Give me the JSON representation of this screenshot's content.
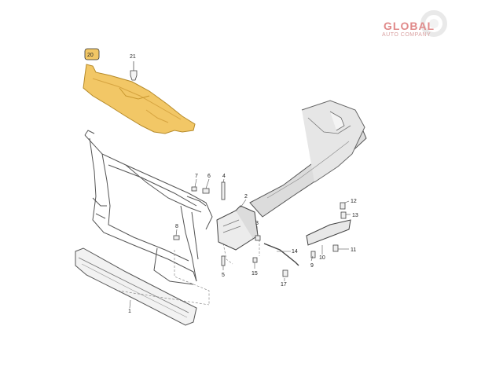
{
  "logo": {
    "line1": "GLOBAL",
    "line2": "AUTO COMPANY",
    "color": "#e08a8a"
  },
  "highlight_color": "#f2c766",
  "callouts": [
    {
      "id": "c20",
      "text": "20",
      "boxed": true
    },
    {
      "id": "c21",
      "text": "21"
    },
    {
      "id": "c7",
      "text": "7"
    },
    {
      "id": "c6",
      "text": "6"
    },
    {
      "id": "c4",
      "text": "4"
    },
    {
      "id": "c2",
      "text": "2"
    },
    {
      "id": "c8",
      "text": "8"
    },
    {
      "id": "c3",
      "text": "3"
    },
    {
      "id": "c5",
      "text": "5"
    },
    {
      "id": "c15",
      "text": "15"
    },
    {
      "id": "c14",
      "text": "14"
    },
    {
      "id": "c9",
      "text": "9"
    },
    {
      "id": "c17",
      "text": "17"
    },
    {
      "id": "c10",
      "text": "10"
    },
    {
      "id": "c11",
      "text": "11"
    },
    {
      "id": "c12",
      "text": "12"
    },
    {
      "id": "c13",
      "text": "13"
    },
    {
      "id": "c1",
      "text": "1"
    }
  ]
}
